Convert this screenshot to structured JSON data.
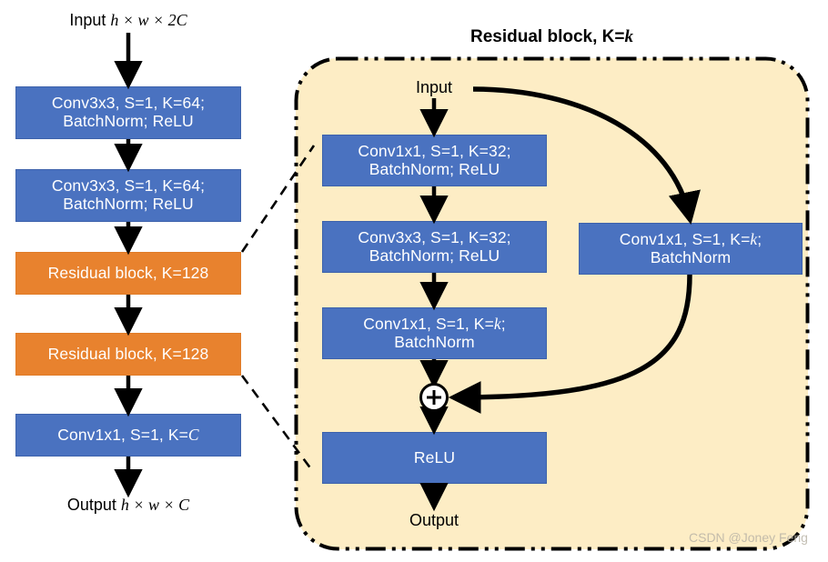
{
  "diagram": {
    "title": "Residual network architecture",
    "colors": {
      "block_blue": "#4a72c0",
      "block_orange": "#e8822e",
      "panel_cream": "#fdedc5",
      "line_black": "#000000",
      "watermark_gray": "#b9b3a6"
    }
  },
  "main_pipeline": {
    "input_label": "Input h × w × 2C",
    "input_prefix": "Input ",
    "input_dims": "h × w × 2C",
    "output_label": "Output h × w × C",
    "output_prefix": "Output ",
    "output_dims": "h × w × C",
    "blocks": [
      {
        "id": "conv3x3-64-a",
        "kind": "blue",
        "line1": "Conv3x3, S=1, K=64;",
        "line2": "BatchNorm; ReLU"
      },
      {
        "id": "conv3x3-64-b",
        "kind": "blue",
        "line1": "Conv3x3, S=1, K=64;",
        "line2": "BatchNorm; ReLU"
      },
      {
        "id": "residual-block-128-a",
        "kind": "orange",
        "line1": "Residual block, K=128",
        "line2": ""
      },
      {
        "id": "residual-block-128-b",
        "kind": "orange",
        "line1": "Residual block, K=128",
        "line2": ""
      },
      {
        "id": "conv1x1-C",
        "kind": "blue",
        "line1": "Conv1x1, S=1, K=C",
        "line2": ""
      }
    ]
  },
  "residual_detail": {
    "title_prefix": "Residual block, K=",
    "title_var": "k",
    "title_full": "Residual block, K=k",
    "input_label": "Input",
    "output_label": "Output",
    "sum_symbol": "+",
    "main_branch": [
      {
        "id": "res-conv1x1-32",
        "line1": "Conv1x1, S=1, K=32;",
        "line2": "BatchNorm; ReLU"
      },
      {
        "id": "res-conv3x3-32",
        "line1": "Conv3x3, S=1, K=32;",
        "line2": "BatchNorm; ReLU"
      },
      {
        "id": "res-conv1x1-k",
        "line1_prefix": "Conv1x1, S=1, K=",
        "line1_var": "k",
        "line1_suffix": ";",
        "line2": "BatchNorm"
      },
      {
        "id": "res-relu",
        "line1": "ReLU",
        "line2": ""
      }
    ],
    "shortcut_branch": {
      "id": "res-shortcut-conv1x1-k",
      "line1_prefix": "Conv1x1, S=1, K=",
      "line1_var": "k",
      "line1_suffix": ";",
      "line2": "BatchNorm"
    }
  },
  "watermark": {
    "text": "CSDN @Joney Feng"
  }
}
